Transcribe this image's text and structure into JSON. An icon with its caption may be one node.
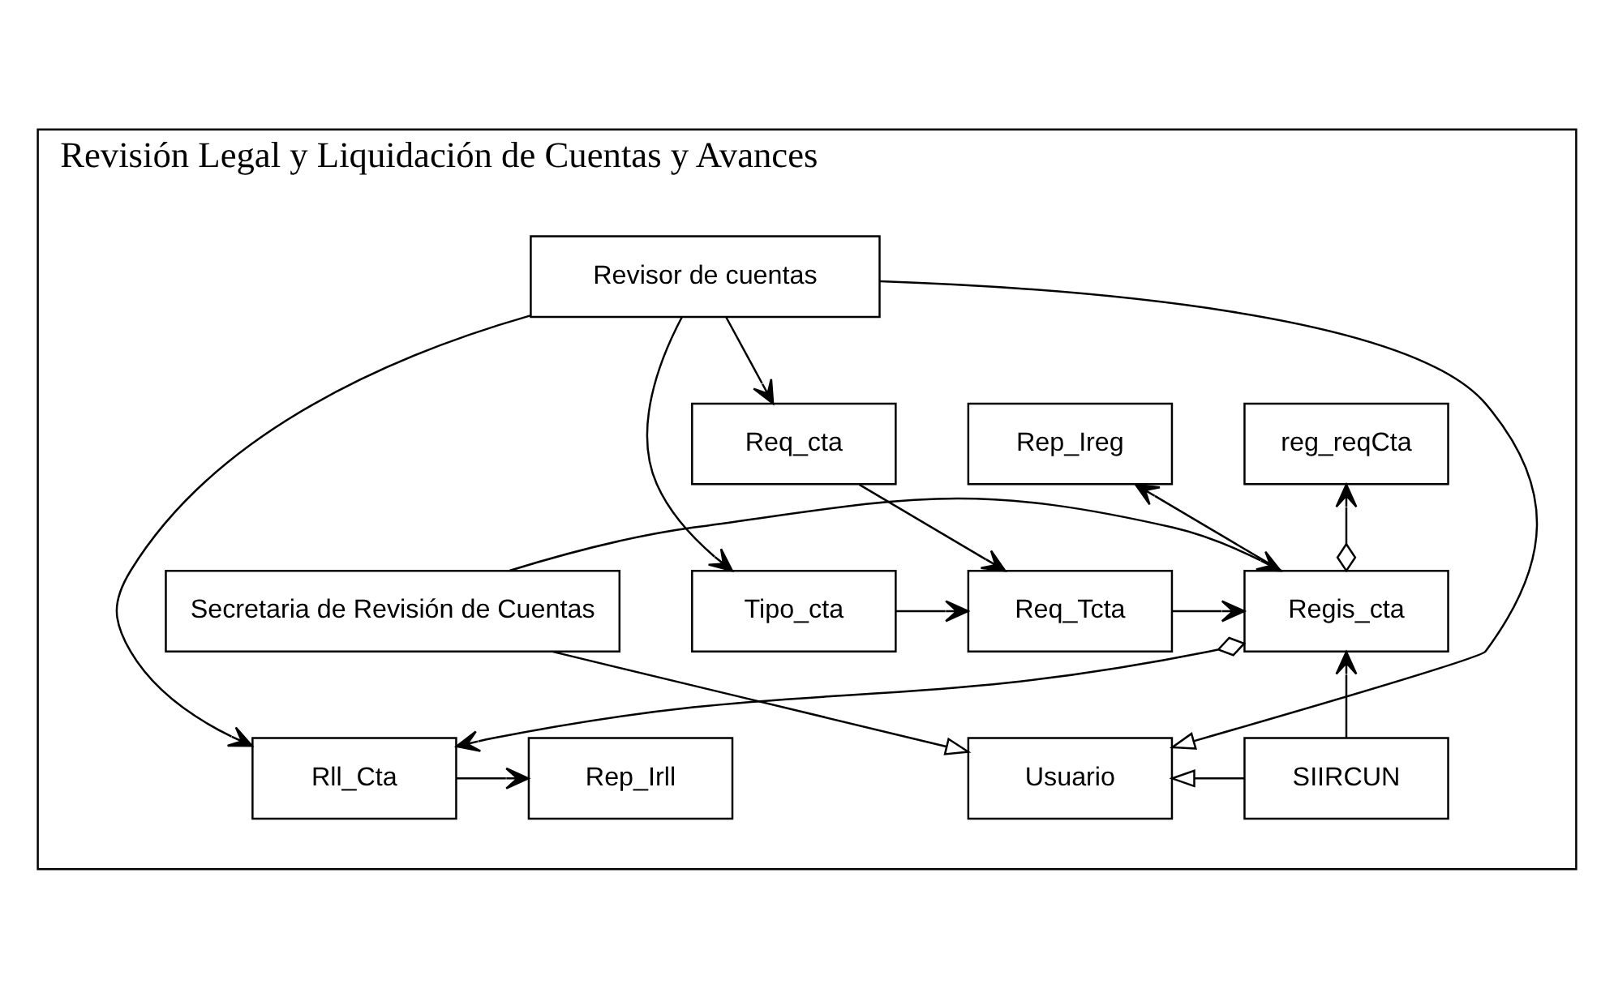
{
  "diagram": {
    "nodes": [
      {
        "text": [
          "Revisión Legal y Liquidación de Cuentas y Avances"
        ]
      },
      {
        "text": [
          "Rep_Ireg"
        ],
        "in": 0
      },
      {
        "text": [
          "reg_reqCta"
        ],
        "in": 0
      },
      {
        "text": [
          "Req_cta"
        ],
        "in": 0
      },
      {
        "text": [
          "Secretaria de Revisión de Cuentas"
        ],
        "in": 0
      },
      {
        "text": [
          "Regis_cta"
        ],
        "in": 0
      },
      {
        "text": [
          "Req_Tcta"
        ],
        "in": 0
      },
      {
        "text": [
          "Tipo_cta"
        ],
        "in": 0
      },
      {
        "text": [
          "Usuario"
        ],
        "in": 0
      },
      {
        "text": [
          "SIIRCUN"
        ],
        "in": 0
      },
      {
        "text": [
          "Rll_Cta"
        ],
        "in": 0
      },
      {
        "text": [
          "Rep_Irll"
        ],
        "in": 0
      },
      {
        "text": [
          "Revisor de cuentas"
        ],
        "in": 0
      }
    ],
    "edges": [
      {
        "from": 5,
        "to": 1,
        "arrow": "to"
      },
      {
        "from": 5,
        "to": 2,
        "arrow": "to"
      },
      {
        "from": 3,
        "to": 6,
        "arrow": "to"
      },
      {
        "from": 4,
        "to": 5,
        "arrow": "to"
      },
      {
        "from": 6,
        "to": 5,
        "arrow": "to"
      },
      {
        "from": 7,
        "to": 6,
        "arrow": "to"
      },
      {
        "from": 4,
        "to": 8,
        "arrow": "to"
      },
      {
        "from": 9,
        "to": 8,
        "arrow": "to"
      },
      {
        "from": 9,
        "to": 5,
        "arrow": "to"
      },
      {
        "from": 5,
        "to": 10,
        "arrow": "to"
      },
      {
        "from": 10,
        "to": 11,
        "arrow": "to"
      },
      {
        "from": 12,
        "to": 10,
        "arrow": "to"
      },
      {
        "from": 12,
        "to": 8,
        "arrow": "to"
      },
      {
        "from": 12,
        "to": 3,
        "arrow": "to"
      },
      {
        "from": 12,
        "to": 7,
        "arrow": "to"
      }
    ]
  }
}
